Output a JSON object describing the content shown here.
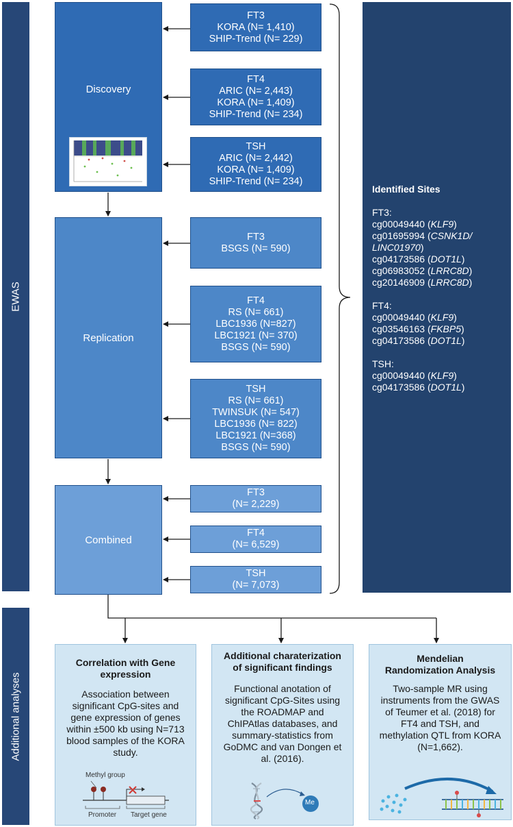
{
  "side_labels": {
    "ewas": "EWAS",
    "additional": "Additional analyses"
  },
  "stages": {
    "discovery": "Discovery",
    "replication": "Replication",
    "combined": "Combined"
  },
  "discovery_sets": [
    {
      "lines": [
        "FT3",
        "KORA (N= 1,410)",
        "SHIP-Trend (N= 229)"
      ]
    },
    {
      "lines": [
        "FT4",
        "ARIC (N= 2,443)",
        "KORA (N= 1,409)",
        "SHIP-Trend (N= 234)"
      ]
    },
    {
      "lines": [
        "TSH",
        "ARIC (N= 2,442)",
        "KORA (N= 1,409)",
        "SHIP-Trend (N= 234)"
      ]
    }
  ],
  "replication_sets": [
    {
      "lines": [
        "FT3",
        "BSGS (N= 590)"
      ]
    },
    {
      "lines": [
        "FT4",
        "RS (N= 661)",
        "LBC1936 (N=827)",
        "LBC1921 (N= 370)",
        "BSGS (N= 590)"
      ]
    },
    {
      "lines": [
        "TSH",
        "RS (N= 661)",
        "TWINSUK (N= 547)",
        "LBC1936 (N= 822)",
        "LBC1921 (N=368)",
        "BSGS (N= 590)"
      ]
    }
  ],
  "combined_sets": [
    {
      "lines": [
        "FT3",
        "(N= 2,229)"
      ]
    },
    {
      "lines": [
        "FT4",
        "(N= 6,529)"
      ]
    },
    {
      "lines": [
        "TSH",
        "(N= 7,073)"
      ]
    }
  ],
  "identified": {
    "title": "Identified Sites",
    "groups": [
      {
        "label": "FT3:",
        "sites": [
          {
            "id": "cg00049440",
            "gene": "KLF9"
          },
          {
            "id": "cg01695994",
            "gene": "CSNK1D/\nLINC01970"
          },
          {
            "id": "cg04173586",
            "gene": "DOT1L"
          },
          {
            "id": "cg06983052",
            "gene": "LRRC8D"
          },
          {
            "id": "cg20146909",
            "gene": "LRRC8D"
          }
        ]
      },
      {
        "label": "FT4:",
        "sites": [
          {
            "id": "cg00049440",
            "gene": "KLF9"
          },
          {
            "id": "cg03546163",
            "gene": "FKBP5"
          },
          {
            "id": "cg04173586",
            "gene": "DOT1L"
          }
        ]
      },
      {
        "label": "TSH:",
        "sites": [
          {
            "id": "cg00049440",
            "gene": "KLF9"
          },
          {
            "id": "cg04173586",
            "gene": "DOT1L"
          }
        ]
      }
    ]
  },
  "analyses": {
    "correlation": {
      "title": "Correlation with Gene expression",
      "body": "Association between significant CpG-sites and gene expression of genes within ±500 kb using N=713 blood samples of the KORA study.",
      "methyl_label": "Methyl group",
      "promoter_label": "Promoter",
      "target_label": "Target gene"
    },
    "characterization": {
      "title": "Additional charaterization of significant findings",
      "body": "Functional anotation of significant CpG-Sites using the ROADMAP and ChIPAtlas databases, and summary-statistics from GoDMC and van Dongen et al. (2016).",
      "me_label": "Me"
    },
    "mendelian": {
      "title": "Mendelian Randomization Analysis",
      "body": "Two-sample MR using instruments from the GWAS of Teumer et al. (2018) for FT4 and TSH, and methylation QTL from KORA (N=1,662)."
    }
  }
}
